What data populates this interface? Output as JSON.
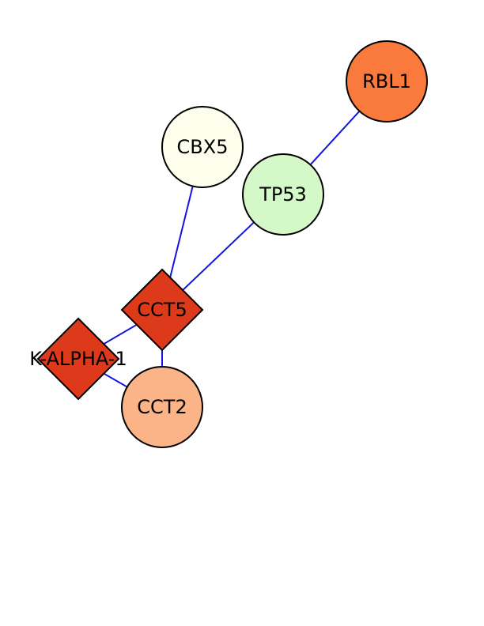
{
  "colors": {
    "edge": "#1414e0",
    "background": "#ffffff"
  },
  "nodes": [
    {
      "id": "RBL1",
      "label": "RBL1",
      "shape": "circle",
      "color": "#f97a3c"
    },
    {
      "id": "CBX5",
      "label": "CBX5",
      "shape": "circle",
      "color": "#fefeec"
    },
    {
      "id": "TP53",
      "label": "TP53",
      "shape": "circle",
      "color": "#d4f8c8"
    },
    {
      "id": "CCT5",
      "label": "CCT5",
      "shape": "diamond",
      "color": "#dd3a1c"
    },
    {
      "id": "K-ALPHA-1",
      "label": "K-ALPHA-1",
      "shape": "diamond",
      "color": "#dd3a1c"
    },
    {
      "id": "CCT2",
      "label": "CCT2",
      "shape": "circle",
      "color": "#fbb388"
    }
  ],
  "edges": [
    {
      "source": "RBL1",
      "target": "TP53"
    },
    {
      "source": "TP53",
      "target": "CCT5"
    },
    {
      "source": "CBX5",
      "target": "CCT5"
    },
    {
      "source": "CCT5",
      "target": "K-ALPHA-1"
    },
    {
      "source": "CCT5",
      "target": "CCT2"
    },
    {
      "source": "K-ALPHA-1",
      "target": "CCT2"
    }
  ]
}
